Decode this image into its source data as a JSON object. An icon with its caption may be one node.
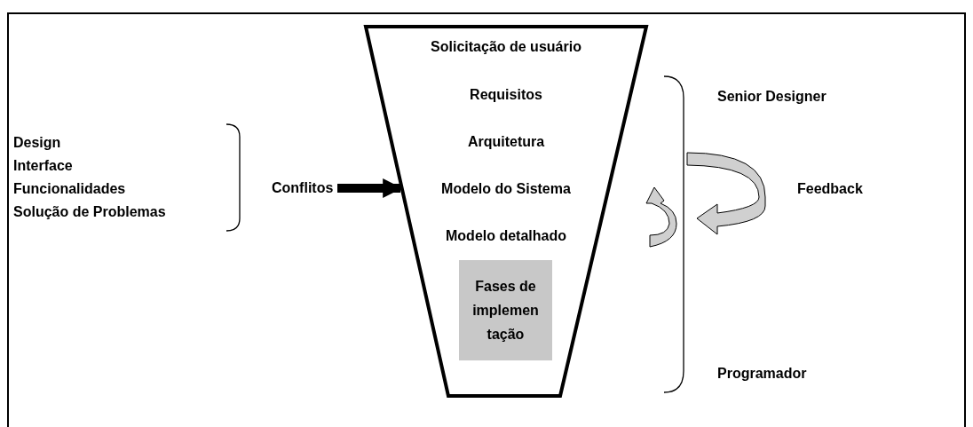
{
  "diagram": {
    "nodes": [
      {
        "text": [
          "Solicitação de usuário",
          "Requisitos",
          "Arquitetura",
          "Modelo do Sistema",
          "Modelo detalhado"
        ]
      },
      {
        "text": [
          "Fases de implemen tação"
        ],
        "in": 0
      },
      {
        "text": [
          "Conflitos"
        ]
      }
    ],
    "edges": [
      {
        "from": 2,
        "to": 0,
        "arrow": "to"
      }
    ],
    "labels": [
      "Design",
      "Interface",
      "Funcionalidades",
      "Solução de Problemas",
      "Senior Designer",
      "Feedback",
      "Programador"
    ]
  }
}
